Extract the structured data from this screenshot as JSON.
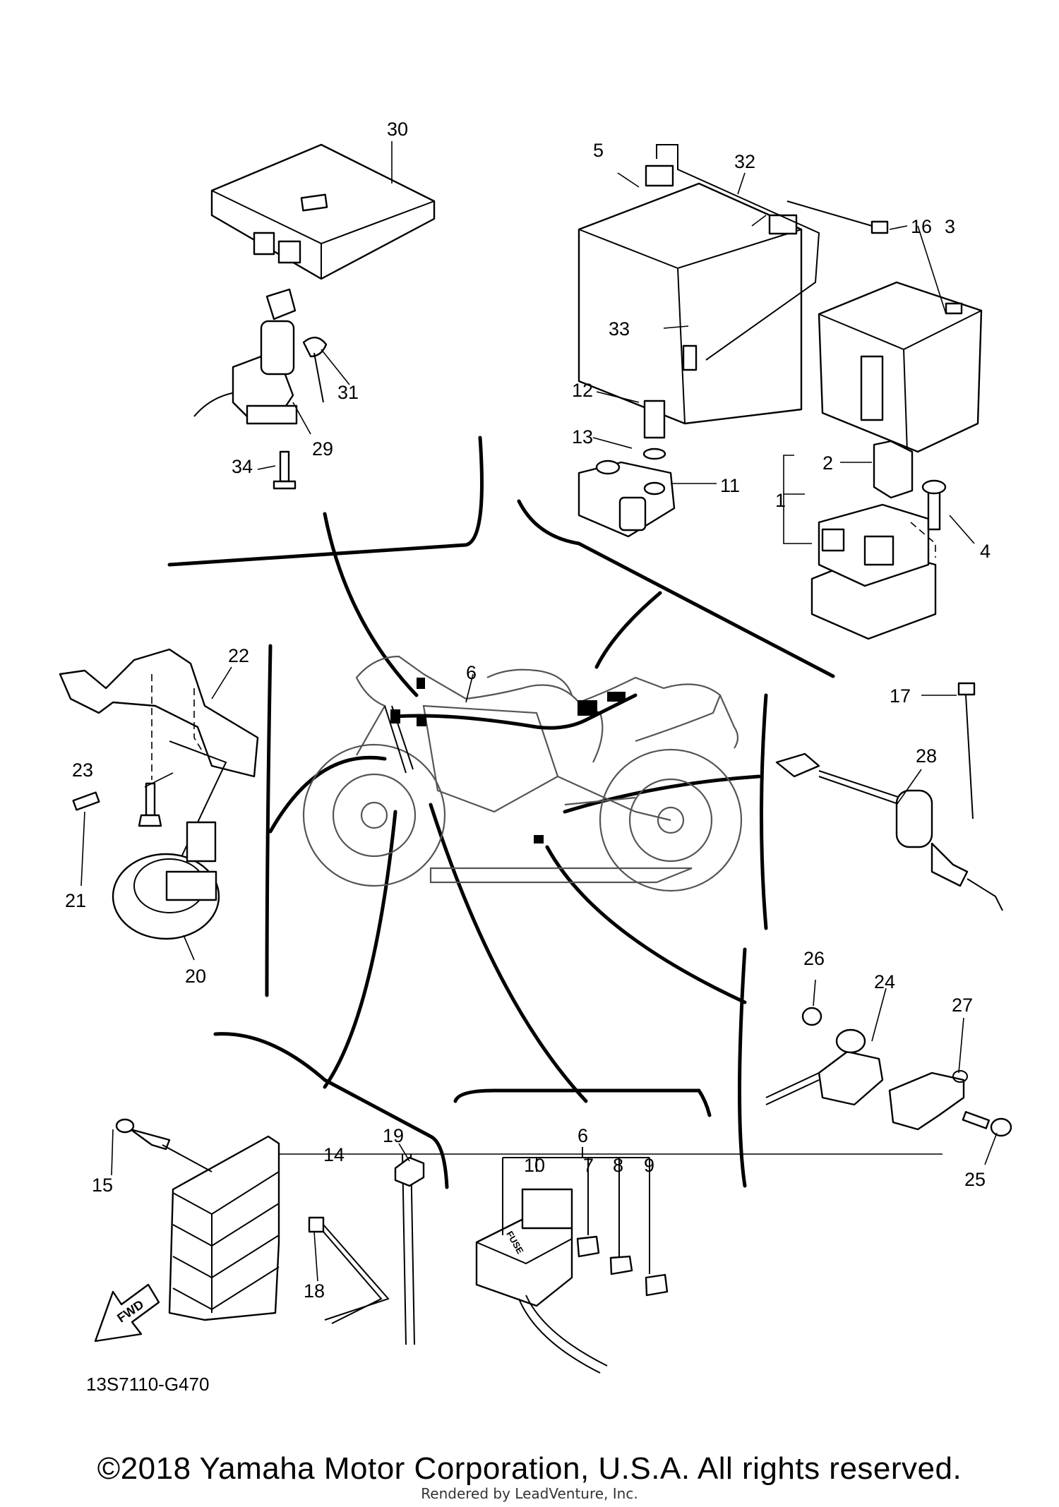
{
  "diagram_code": "13S7110-G470",
  "fwd_label": "FWD",
  "fuse_label": "FUSE",
  "copyright": "©2018 Yamaha Motor Corporation, U.S.A. All rights reserved.",
  "rendered_by": "Rendered by LeadVenture, Inc.",
  "callouts": [
    "1",
    "2",
    "3",
    "4",
    "5",
    "6",
    "6",
    "7",
    "8",
    "9",
    "10",
    "11",
    "12",
    "13",
    "14",
    "15",
    "16",
    "17",
    "18",
    "19",
    "20",
    "21",
    "22",
    "23",
    "24",
    "25",
    "26",
    "27",
    "28",
    "29",
    "30",
    "31",
    "32",
    "33",
    "34"
  ]
}
